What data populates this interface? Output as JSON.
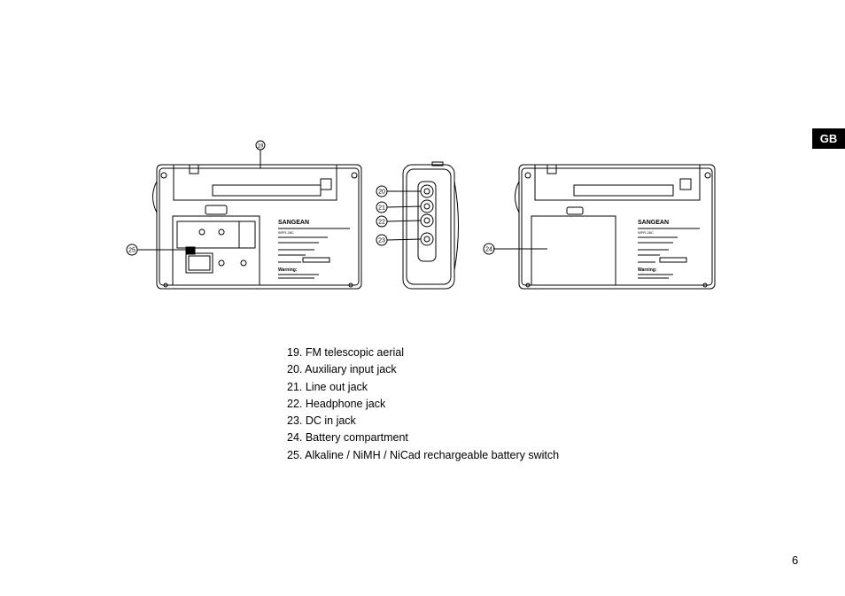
{
  "language_tab": "GB",
  "callouts": [
    "19",
    "20",
    "21",
    "22",
    "23",
    "24",
    "25"
  ],
  "legend": [
    "19. FM telescopic aerial",
    "20. Auxiliary input jack",
    "21. Line out jack",
    "22. Headphone jack",
    "23. DC in jack",
    "24. Battery compartment",
    "25. Alkaline / NiMH / NiCad rechargeable battery switch"
  ],
  "label_plate": {
    "brand": "SANGEAN",
    "model": "WFR-28C",
    "warning": "Warning:"
  },
  "page_number": "6"
}
